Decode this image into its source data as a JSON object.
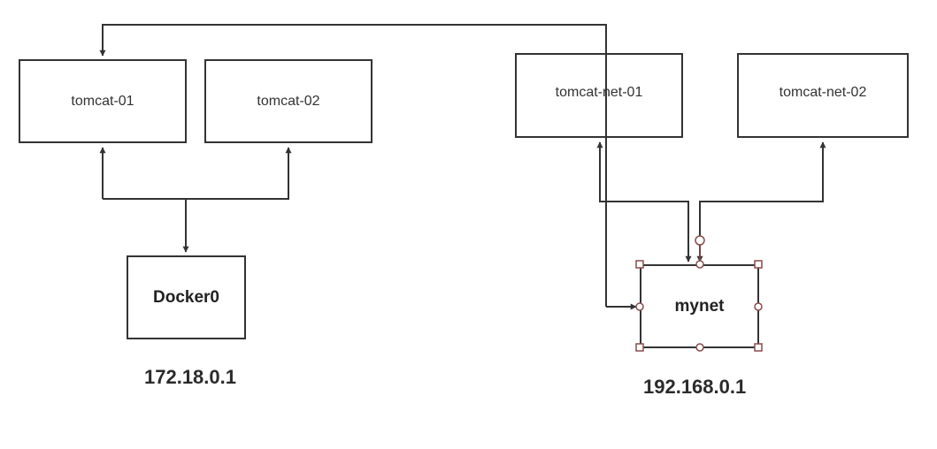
{
  "containers": {
    "tomcat_01": "tomcat-01",
    "tomcat_02": "tomcat-02",
    "tomcat_net_01": "tomcat-net-01",
    "tomcat_net_02": "tomcat-net-02"
  },
  "networks": {
    "docker0": {
      "label": "Docker0",
      "ip": "172.18.0.1"
    },
    "mynet": {
      "label": "mynet",
      "ip": "192.168.0.1"
    }
  },
  "colors": {
    "line": "#333333",
    "selection": "#8b4a4a"
  }
}
